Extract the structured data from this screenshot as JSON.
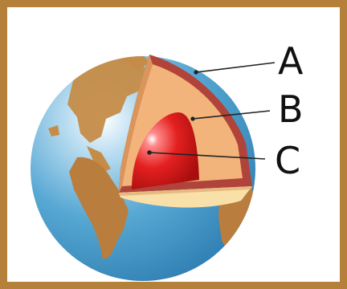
{
  "labels": {
    "a": "A",
    "b": "B",
    "c": "C"
  },
  "colors": {
    "frame": "#b5803a",
    "ocean": "#4a9ccc",
    "land": "#c08a4a",
    "crust": "#b0443a",
    "mantle": "#f2b47a",
    "core": "#d81e1e",
    "core_base": "#f8e0a8"
  }
}
